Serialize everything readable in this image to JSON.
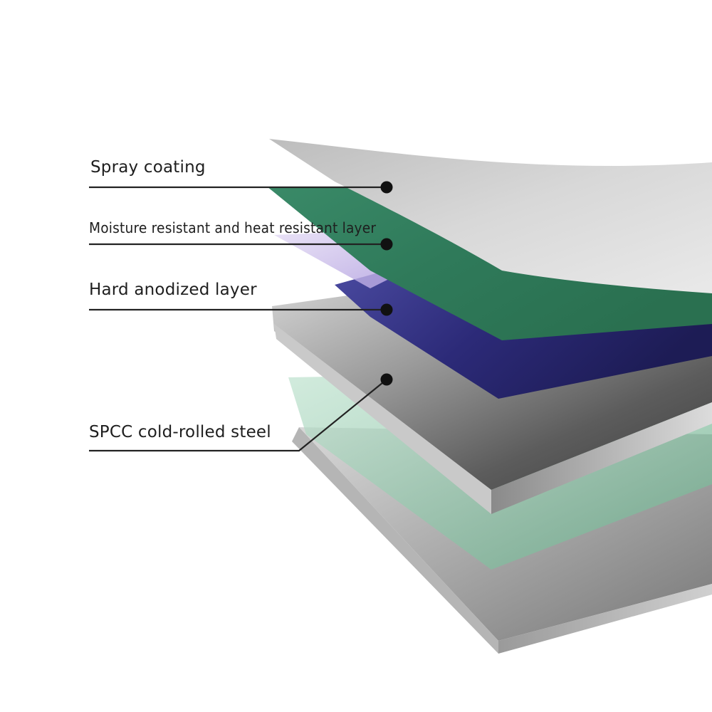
{
  "diagram": {
    "callouts": [
      {
        "id": "spray",
        "label": "Spray coating"
      },
      {
        "id": "moisture",
        "label": "Moisture resistant and heat resistant layer"
      },
      {
        "id": "anodized",
        "label": "Hard anodized layer"
      },
      {
        "id": "steel",
        "label": "SPCC cold-rolled steel"
      }
    ],
    "layers": [
      {
        "name": "spray-coating",
        "color": "#d6d6d6"
      },
      {
        "name": "moisture-heat-layer",
        "color": "#2e7d5c"
      },
      {
        "name": "anodized-layer",
        "color": "#2b2a6e"
      },
      {
        "name": "steel-core",
        "color": "#5a5a5a"
      }
    ],
    "marker_color": "#111111",
    "leader_color": "#222222"
  }
}
